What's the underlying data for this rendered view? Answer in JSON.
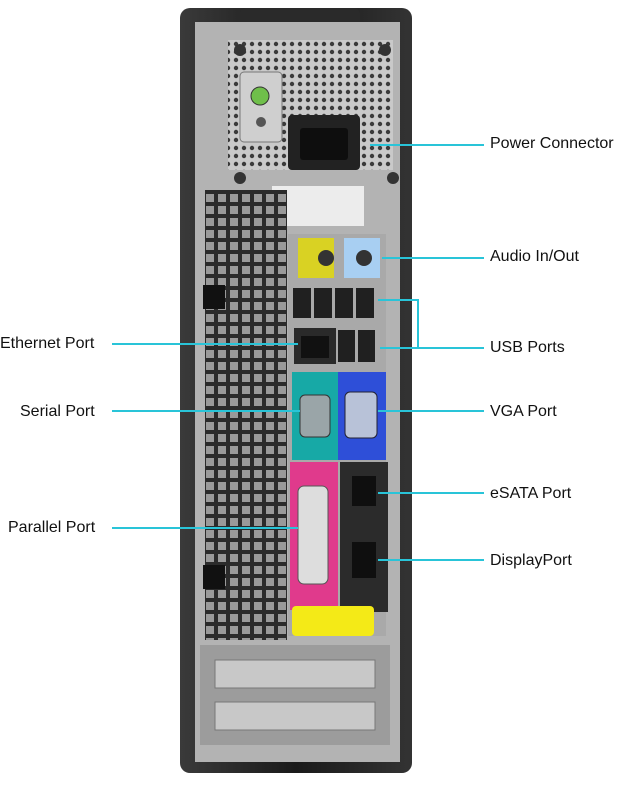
{
  "diagram": {
    "labels": {
      "power_connector": "Power Connector",
      "audio": "Audio In/Out",
      "usb": "USB Ports",
      "vga": "VGA Port",
      "esata": "eSATA Port",
      "displayport": "DisplayPort",
      "ethernet": "Ethernet Port",
      "serial": "Serial Port",
      "parallel": "Parallel Port"
    },
    "colors": {
      "callout_line": "#29c4d8",
      "chassis": "#1f1f1f",
      "panel": "#bcbcbc",
      "serial_block": "#17a9a6",
      "vga_block": "#2e4fd8",
      "parallel_block": "#e03a8c",
      "audio_in": "#c8c21e",
      "audio_out": "#7fb6e8",
      "yellow_label": "#f4ea17"
    }
  }
}
